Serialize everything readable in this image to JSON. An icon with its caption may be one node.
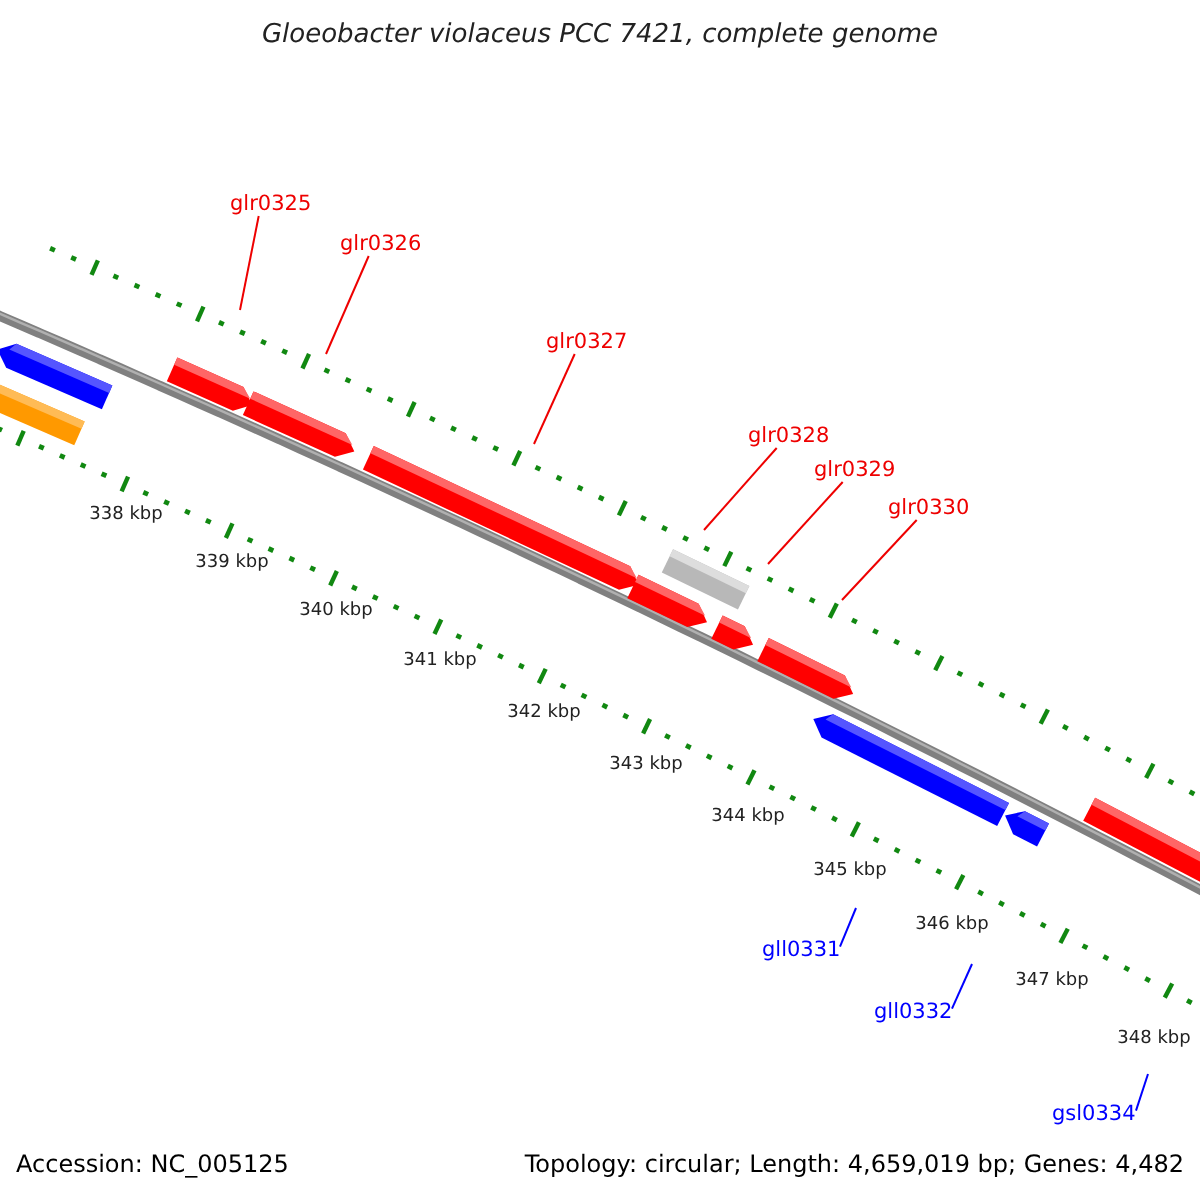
{
  "diagram": {
    "title": "Gloeobacter violaceus PCC 7421, complete genome",
    "nodes": [
      {
        "text": [
          "glr0325"
        ]
      },
      {
        "text": [
          "glr0326"
        ]
      },
      {
        "text": [
          "glr0327"
        ]
      },
      {
        "text": [
          "glr0328"
        ]
      },
      {
        "text": [
          "glr0329"
        ]
      },
      {
        "text": [
          "glr0330"
        ]
      },
      {
        "text": [
          "gll0331"
        ]
      },
      {
        "text": [
          "gll0332"
        ]
      },
      {
        "text": [
          "gsl0334"
        ]
      }
    ],
    "edges": [
      {
        "from": 0,
        "to": null,
        "arrow": "none"
      },
      {
        "from": 1,
        "to": null,
        "arrow": "none"
      },
      {
        "from": 2,
        "to": null,
        "arrow": "none"
      },
      {
        "from": 3,
        "to": null,
        "arrow": "none"
      },
      {
        "from": 4,
        "to": null,
        "arrow": "none"
      },
      {
        "from": 5,
        "to": null,
        "arrow": "none"
      },
      {
        "from": 6,
        "to": null,
        "arrow": "none",
        "color": "#0000ff"
      },
      {
        "from": 7,
        "to": null,
        "arrow": "none",
        "color": "#0000ff"
      },
      {
        "from": 8,
        "to": null,
        "arrow": "none",
        "color": "#0000ff"
      }
    ],
    "labels": [
      "338 kbp",
      "339 kbp",
      "340 kbp",
      "341 kbp",
      "342 kbp",
      "343 kbp",
      "344 kbp",
      "345 kbp",
      "346 kbp",
      "347 kbp",
      "348 kbp",
      "Accession: NC_005125",
      "Topology: circular; Length: 4,659,019 bp; Genes: 4,482"
    ]
  }
}
